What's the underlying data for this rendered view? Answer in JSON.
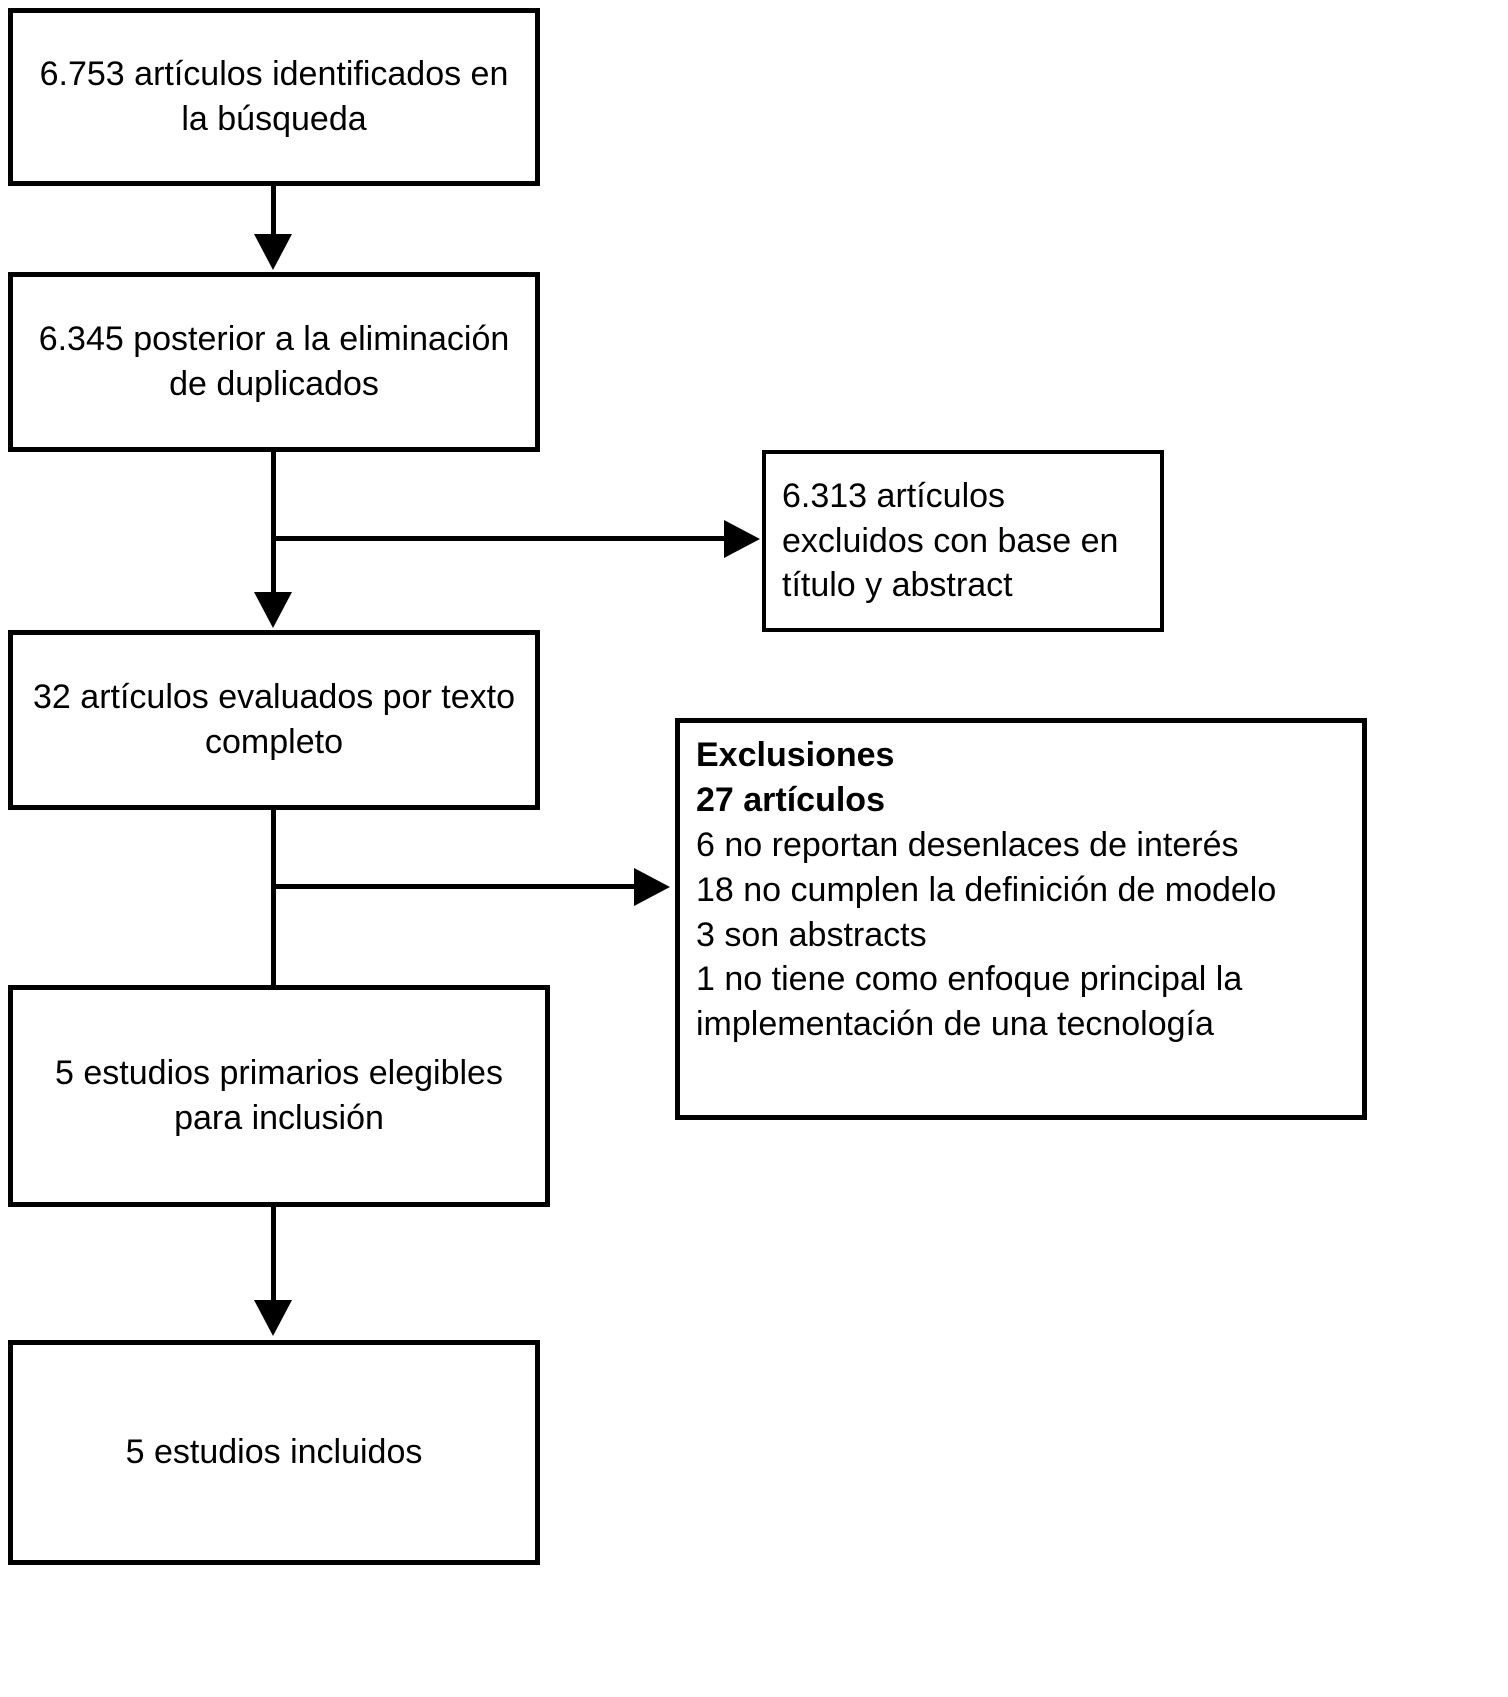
{
  "figure": {
    "background_color": "#ffffff",
    "line_color": "#000000",
    "type": "prisma-flow-diagram"
  },
  "flow": {
    "identified": "6.753 artículos identificados en la búsqueda",
    "deduplicated": "6.345 posterior a la eliminación de duplicados",
    "excluded_screening": "6.313 artículos excluidos con base en título y abstract",
    "fulltext": "32 artículos evaluados por texto completo",
    "exclusions": {
      "title": "Exclusiones",
      "count": "27 artículos",
      "reasons": [
        "6 no reportan desenlaces de interés",
        "18 no cumplen la definición de modelo",
        "3 son abstracts",
        "1 no tiene como enfoque principal la implementación de una tecnología"
      ]
    },
    "eligible": "5 estudios primarios elegibles para inclusión",
    "included": "5 estudios incluidos"
  }
}
